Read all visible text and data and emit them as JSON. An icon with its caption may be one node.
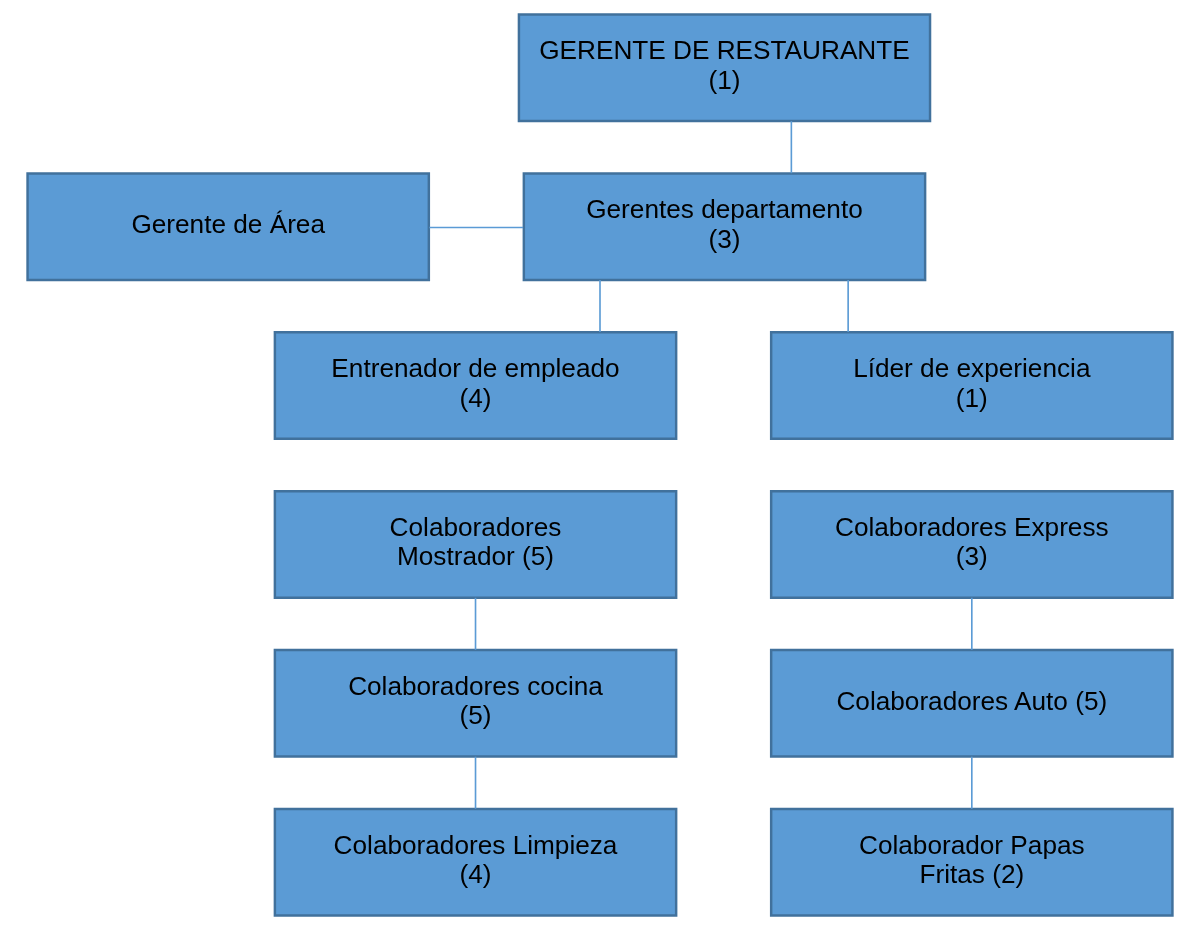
{
  "diagram": {
    "nodes": [
      {
        "text": [
          "GERENTE DE RESTAURANTE (1)"
        ]
      },
      {
        "text": [
          "Gerentes departamento (3)"
        ]
      },
      {
        "text": [
          "Gerente de Área"
        ]
      },
      {
        "text": [
          "Entrenador de empleado (4)"
        ]
      },
      {
        "text": [
          "Líder de experiencia (1)"
        ]
      },
      {
        "text": [
          "Colaboradores Mostrador (5)"
        ]
      },
      {
        "text": [
          "Colaboradores Express (3)"
        ]
      },
      {
        "text": [
          "Colaboradores cocina (5)"
        ]
      },
      {
        "text": [
          "Colaboradores Auto (5)"
        ]
      },
      {
        "text": [
          "Colaboradores Limpieza (4)"
        ]
      },
      {
        "text": [
          "Colaborador Papas Fritas (2)"
        ]
      }
    ],
    "edges": [
      {
        "from": 0,
        "to": 1,
        "arrow": "none"
      },
      {
        "from": 2,
        "to": 1,
        "arrow": "none"
      },
      {
        "from": 1,
        "to": 3,
        "arrow": "none"
      },
      {
        "from": 1,
        "to": 4,
        "arrow": "none"
      },
      {
        "from": 5,
        "to": 7,
        "arrow": "none"
      },
      {
        "from": 7,
        "to": 9,
        "arrow": "none"
      },
      {
        "from": 6,
        "to": 8,
        "arrow": "none"
      },
      {
        "from": 8,
        "to": 10,
        "arrow": "none"
      }
    ]
  }
}
